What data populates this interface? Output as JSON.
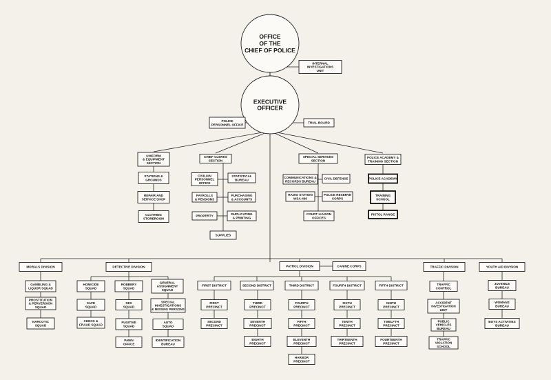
{
  "nodes": {
    "chief": [
      "OFFICE",
      "OF THE",
      "CHIEF OF POLICE"
    ],
    "internal": [
      "INTERNAL",
      "INVESTIGATIONS",
      "UNIT"
    ],
    "exec": [
      "EXECUTIVE",
      "OFFICER"
    ],
    "personnel": [
      "POLICE",
      "PERSONNEL OFFICE"
    ],
    "trial": [
      "TRIAL BOARD"
    ],
    "uniform": [
      "UNIFORM",
      "& EQUIPMENT",
      "SECTION"
    ],
    "stations": [
      "STATIONS &",
      "GROUNDS"
    ],
    "repair": [
      "REPAIR AND",
      "SERVICE SHOP"
    ],
    "clothing": [
      "CLOTHING",
      "STOREROOM"
    ],
    "clerks": [
      "CHIEF CLERKS",
      "SECTION"
    ],
    "civilian": [
      "CIVILIAN",
      "PERSONNEL",
      "OFFICE"
    ],
    "statistical": [
      "STATISTICAL",
      "BUREAU"
    ],
    "payroll": [
      "PAYROLLS",
      "& PENSIONS"
    ],
    "purchasing": [
      "PURCHASING",
      "& ACCOUNTS"
    ],
    "property": [
      "PROPERTY"
    ],
    "duplicating": [
      "DUPLICATING",
      "& PRINTING"
    ],
    "supplies": [
      "SUPPLIES"
    ],
    "special": [
      "SPECIAL SERVICES",
      "SECTION"
    ],
    "comms": [
      "COMMUNICATIONS &",
      "RECORDS BUREAU"
    ],
    "civildef": [
      "CIVIL DEFENSE"
    ],
    "radio": [
      "RADIO STATION",
      "WSA-460"
    ],
    "reserve": [
      "POLICE RESERVE",
      "CORPS"
    ],
    "court": [
      "COURT LIAISON",
      "OFFICES"
    ],
    "academy_sec": [
      "POLICE ACADEMY &",
      "TRAINING SECTION"
    ],
    "academy": [
      "POLICE ACADEMY"
    ],
    "training": [
      "TRAINING",
      "SCHOOL"
    ],
    "pistol": [
      "PISTOL RANGE"
    ],
    "morals": [
      "MORALS DIVISION"
    ],
    "gambling": [
      "GAMBLING &",
      "LIQUOR SQUAD"
    ],
    "prostitution": [
      "PROSTITUTION",
      "& PERVERSION",
      "SQUAD"
    ],
    "narcotic": [
      "NARCOTIC",
      "SQUAD"
    ],
    "detective": [
      "DETECTIVE DIVISION"
    ],
    "homicide": [
      "HOMICIDE",
      "SQUAD"
    ],
    "safe": [
      "SAFE",
      "SQUAD"
    ],
    "check": [
      "CHECK &",
      "FRAUD SQUAD"
    ],
    "robbery": [
      "ROBBERY",
      "SQUAD"
    ],
    "sex": [
      "SEX",
      "SQUAD"
    ],
    "fugitive": [
      "FUGITIVE",
      "SQUAD"
    ],
    "pawn": [
      "PAWN",
      "OFFICE"
    ],
    "general": [
      "GENERAL",
      "ASSIGNMENT",
      "SQUAD"
    ],
    "specinv": [
      "SPECIAL",
      "INVESTIGATIONS",
      "& MISSING PERSONS"
    ],
    "auto": [
      "AUTO",
      "SQUAD"
    ],
    "ident": [
      "IDENTIFICATION",
      "BUREAU"
    ],
    "patrol": [
      "PATROL DIVISION"
    ],
    "canine": [
      "CANINE CORPS"
    ],
    "d1": [
      "FIRST DISTRICT"
    ],
    "d2": [
      "SECOND DISTRICT"
    ],
    "d3": [
      "THIRD DISTRICT"
    ],
    "d4": [
      "FOURTH DISTRICT"
    ],
    "d5": [
      "FIFTH DISTRICT"
    ],
    "p1": [
      "FIRST",
      "PRECINCT"
    ],
    "p2": [
      "SECOND",
      "PRECINCT"
    ],
    "p3": [
      "THIRD",
      "PRECINCT"
    ],
    "p7": [
      "SEVENTH",
      "PRECINCT"
    ],
    "p8": [
      "EIGHTH",
      "PRECINCT"
    ],
    "p4": [
      "FOURTH",
      "PRECINCT"
    ],
    "p5": [
      "FIFTH",
      "PRECINCT"
    ],
    "p11": [
      "ELEVENTH",
      "PRECINCT"
    ],
    "harbor": [
      "HARBOR",
      "PRECINCT"
    ],
    "p6": [
      "SIXTH",
      "PRECINCT"
    ],
    "p10": [
      "TENTH",
      "PRECINCT"
    ],
    "p13": [
      "THIRTEENTH",
      "PRECINCT"
    ],
    "p9": [
      "NINTH",
      "PRECINCT"
    ],
    "p12": [
      "TWELFTH",
      "PRECINCT"
    ],
    "p14": [
      "FOURTEENTH",
      "PRECINCT"
    ],
    "traffic": [
      "TRAFFIC DIVISION"
    ],
    "tcontrol": [
      "TRAFFIC",
      "CONTROL"
    ],
    "accident": [
      "ACCIDENT",
      "INVESTIGATION",
      "UNIT"
    ],
    "pvb": [
      "PUBLIC",
      "VEHICLES",
      "BUREAU"
    ],
    "tvs": [
      "TRAFFIC",
      "VIOLATION",
      "SCHOOL"
    ],
    "youth": [
      "YOUTH AID DIVISION"
    ],
    "juvenile": [
      "JUVENILE",
      "BUREAU"
    ],
    "womans": [
      "WOMANS",
      "BUREAU"
    ],
    "boys": [
      "BOYS ACTIVITIES",
      "BUREAU"
    ]
  }
}
